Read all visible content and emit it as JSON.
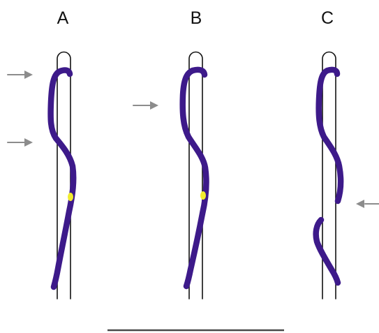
{
  "panels": [
    {
      "label": "A",
      "has_marker": true,
      "arrows": 2
    },
    {
      "label": "B",
      "has_marker": true,
      "arrows": 1
    },
    {
      "label": "C",
      "has_marker": false,
      "arrows": 1
    }
  ],
  "colors": {
    "strand": "#3d1a8a",
    "marker": "#f1ec2e",
    "arrow": "#8c8c8c",
    "rod_outline": "#111111",
    "scale_bar": "#4a4a4a"
  },
  "scale_bar": {
    "visible": true,
    "label": ""
  }
}
